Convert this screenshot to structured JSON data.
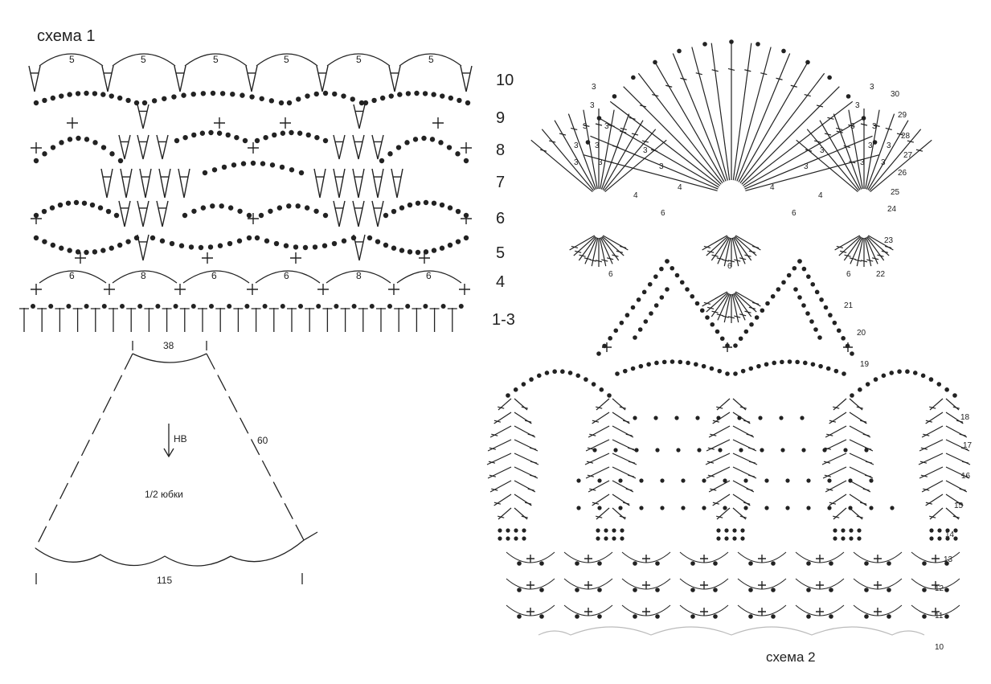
{
  "scheme1": {
    "title": "схема 1",
    "row_labels": [
      "10",
      "9",
      "8",
      "7",
      "6",
      "5",
      "4",
      "1-3"
    ],
    "arch_row10": [
      "5",
      "5",
      "5",
      "5",
      "5",
      "5"
    ],
    "arch_row4": [
      "6",
      "8",
      "6",
      "6",
      "8",
      "6"
    ]
  },
  "skirt": {
    "top_width": "38",
    "side_length": "60",
    "bottom_width": "115",
    "direction": "НВ",
    "caption": "1/2 юбки"
  },
  "scheme2": {
    "title": "схема 2",
    "row_labels": [
      "30",
      "29",
      "28",
      "27",
      "26",
      "25",
      "24",
      "23",
      "22",
      "21",
      "20",
      "19",
      "18",
      "17",
      "16",
      "15",
      "14",
      "13",
      "12",
      "11",
      "10"
    ],
    "fan_arch_small": [
      "3",
      "3",
      "3",
      "3",
      "3",
      "3",
      "3",
      "3",
      "3",
      "3",
      "3",
      "3",
      "3",
      "3",
      "3",
      "3",
      "3",
      "3",
      "3",
      "3"
    ],
    "fan_arch_4": [
      "4",
      "4",
      "4",
      "4"
    ],
    "fan_arch_6": [
      "6",
      "6",
      "6",
      "6",
      "6"
    ]
  },
  "colors": {
    "ink": "#222222",
    "paper": "#ffffff",
    "faded": "#bbbbbb"
  }
}
